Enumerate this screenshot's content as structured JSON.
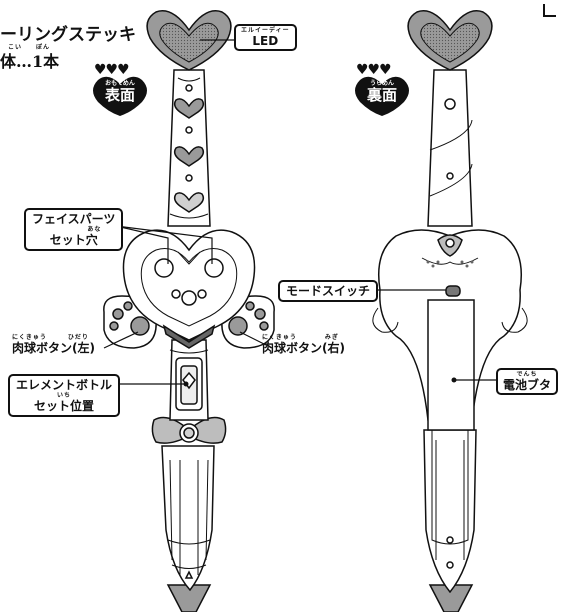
{
  "title": "ーリングステッキ",
  "subtitle": "体…1本",
  "subtitle_ruby": {
    "a": "こい",
    "b": "ぽん"
  },
  "badges": {
    "front": {
      "main": "表面",
      "ruby": "おもてめん"
    },
    "back": {
      "main": "裏面",
      "ruby": "うらめん"
    }
  },
  "labels": {
    "led": {
      "ruby": "エルイーディー",
      "main": "LED"
    },
    "face_parts": {
      "line1": "フェイスパーツ",
      "ruby": "あな",
      "line2": "セット穴"
    },
    "paw_left": {
      "ruby": "にくきゅう　　　ひだり",
      "main": "肉球ボタン(左)"
    },
    "paw_right": {
      "ruby": "にくきゅう　　　　みぎ",
      "main": "肉球ボタン(右)"
    },
    "element_bottle": {
      "line1": "エレメントボトル",
      "ruby": "いち",
      "line2": "セット位置"
    },
    "mode_switch": {
      "main": "モードスイッチ"
    },
    "battery_lid": {
      "ruby": "でんち",
      "main": "電池ブタ"
    }
  },
  "colors": {
    "ink": "#111111",
    "gray": "#9a9a9a",
    "light": "#d9d9d9"
  }
}
